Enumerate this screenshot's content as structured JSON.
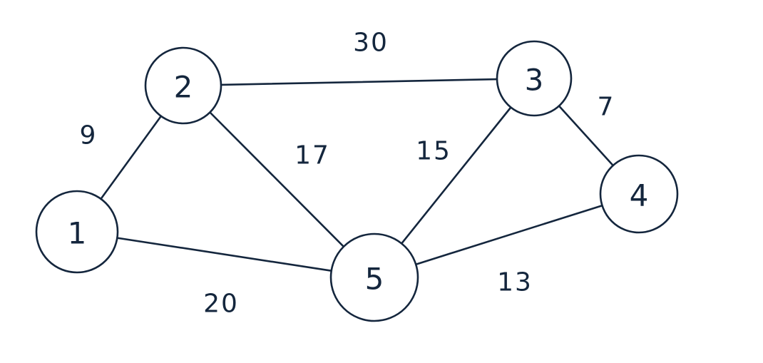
{
  "graph": {
    "stroke_color": "#14263d",
    "background_color": "#ffffff",
    "nodes": [
      {
        "id": "1",
        "label": "1"
      },
      {
        "id": "2",
        "label": "2"
      },
      {
        "id": "3",
        "label": "3"
      },
      {
        "id": "4",
        "label": "4"
      },
      {
        "id": "5",
        "label": "5"
      }
    ],
    "edges": [
      {
        "from": "1",
        "to": "2",
        "weight": "9"
      },
      {
        "from": "2",
        "to": "3",
        "weight": "30"
      },
      {
        "from": "2",
        "to": "5",
        "weight": "17"
      },
      {
        "from": "3",
        "to": "5",
        "weight": "15"
      },
      {
        "from": "3",
        "to": "4",
        "weight": "7"
      },
      {
        "from": "1",
        "to": "5",
        "weight": "20"
      },
      {
        "from": "5",
        "to": "4",
        "weight": "13"
      }
    ]
  }
}
